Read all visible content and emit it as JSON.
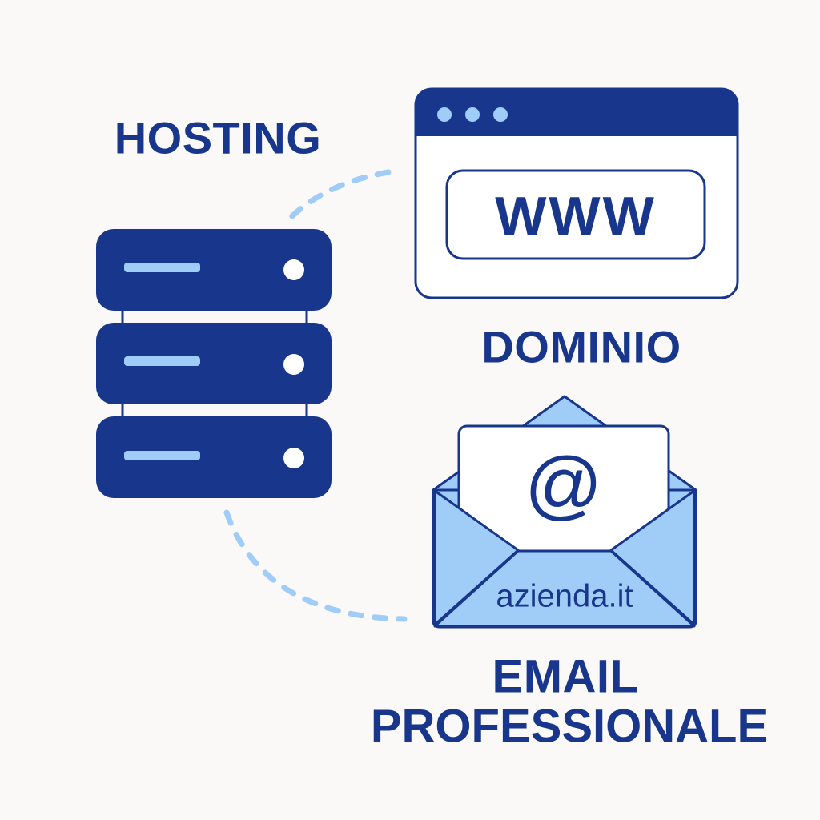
{
  "labels": {
    "hosting": "HOSTING",
    "domain": "DOMINIO",
    "email_line1": "EMAIL",
    "email_line2": "PROFESSIONALE"
  },
  "browser": {
    "address_text": "WWW"
  },
  "envelope": {
    "domain_text": "azienda.it",
    "symbol": "@"
  },
  "colors": {
    "navy": "#17368c",
    "light_blue": "#a0ccf8",
    "background": "#fbf9f8",
    "white": "#ffffff"
  }
}
